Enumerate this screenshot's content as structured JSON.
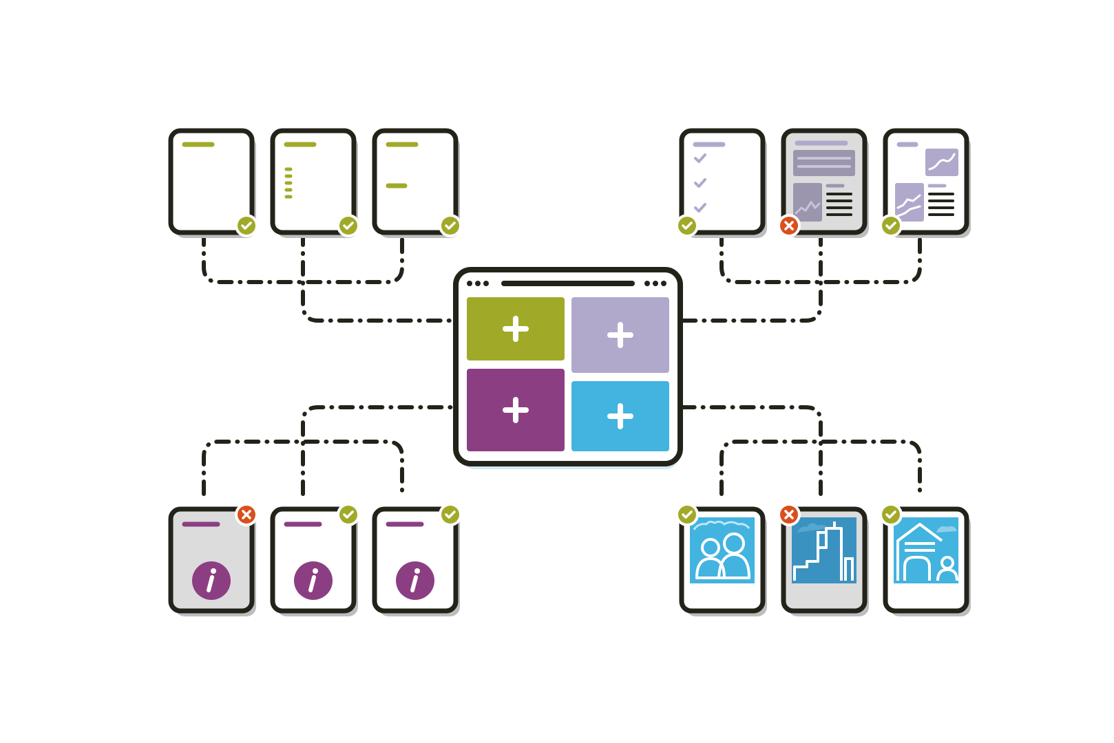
{
  "colors": {
    "outline": "#23231a",
    "shadow": "#bdbdbd",
    "card_bg": "#ffffff",
    "card_bg_rejected": "#dcdcdc",
    "green": "#a0aa28",
    "lavender": "#b1a9cc",
    "purple": "#8b3f82",
    "blue": "#43b3e0",
    "approved": "#a0aa28",
    "rejected": "#d94f1d"
  },
  "hub": {
    "tiles": [
      {
        "color": "green",
        "icon": "plus-icon"
      },
      {
        "color": "lavender",
        "icon": "plus-icon"
      },
      {
        "color": "purple",
        "icon": "plus-icon"
      },
      {
        "color": "blue",
        "icon": "plus-icon"
      }
    ]
  },
  "groups": [
    {
      "name": "text-documents",
      "accent": "green",
      "cards": [
        {
          "variant": "text",
          "status": "approved"
        },
        {
          "variant": "bullets",
          "status": "approved"
        },
        {
          "variant": "sections",
          "status": "approved"
        }
      ]
    },
    {
      "name": "chart-documents",
      "accent": "lavender",
      "cards": [
        {
          "variant": "checklist",
          "status": "approved"
        },
        {
          "variant": "dashboard",
          "status": "rejected"
        },
        {
          "variant": "charts",
          "status": "approved"
        }
      ]
    },
    {
      "name": "info-documents",
      "accent": "purple",
      "cards": [
        {
          "variant": "info",
          "status": "rejected"
        },
        {
          "variant": "info",
          "status": "approved"
        },
        {
          "variant": "info",
          "status": "approved"
        }
      ]
    },
    {
      "name": "image-documents",
      "accent": "blue",
      "cards": [
        {
          "variant": "people-photo",
          "status": "approved"
        },
        {
          "variant": "building-photo",
          "status": "rejected"
        },
        {
          "variant": "house-photo",
          "status": "approved"
        }
      ]
    }
  ]
}
